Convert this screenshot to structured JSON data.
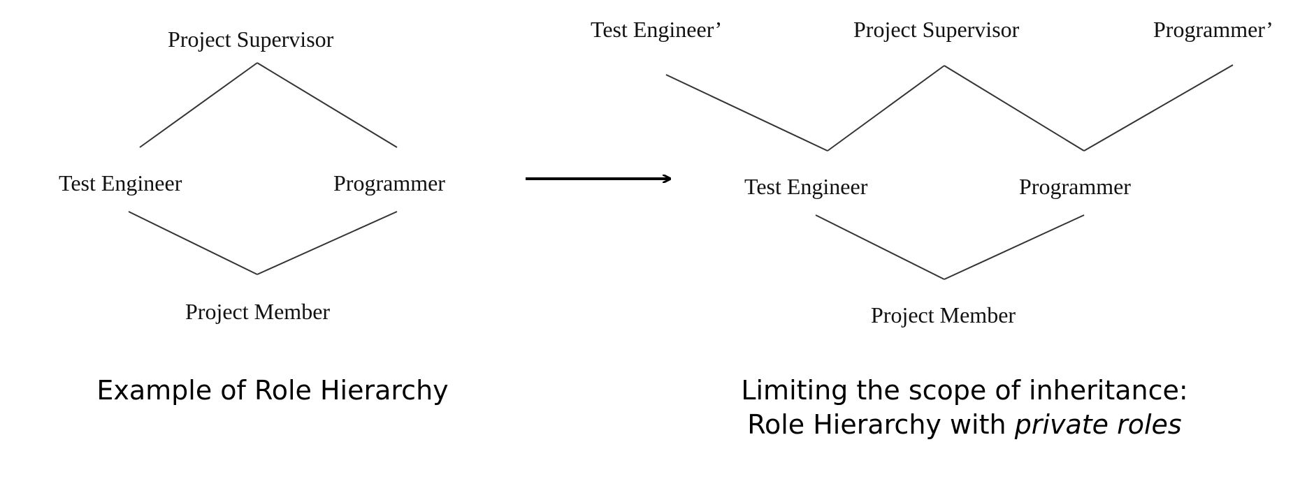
{
  "left_diagram": {
    "supervisor": "Project Supervisor",
    "test_engineer": "Test Engineer",
    "programmer": "Programmer",
    "member": "Project Member",
    "caption": "Example of Role Hierarchy"
  },
  "right_diagram": {
    "test_engineer_private": "Test Engineer’",
    "supervisor": "Project Supervisor",
    "programmer_private": "Programmer’",
    "test_engineer": "Test Engineer",
    "programmer": "Programmer",
    "member": "Project Member",
    "caption_line1": "Limiting the scope of inheritance:",
    "caption_line2_prefix": "Role Hierarchy with ",
    "caption_line2_emphasis": "private roles"
  }
}
